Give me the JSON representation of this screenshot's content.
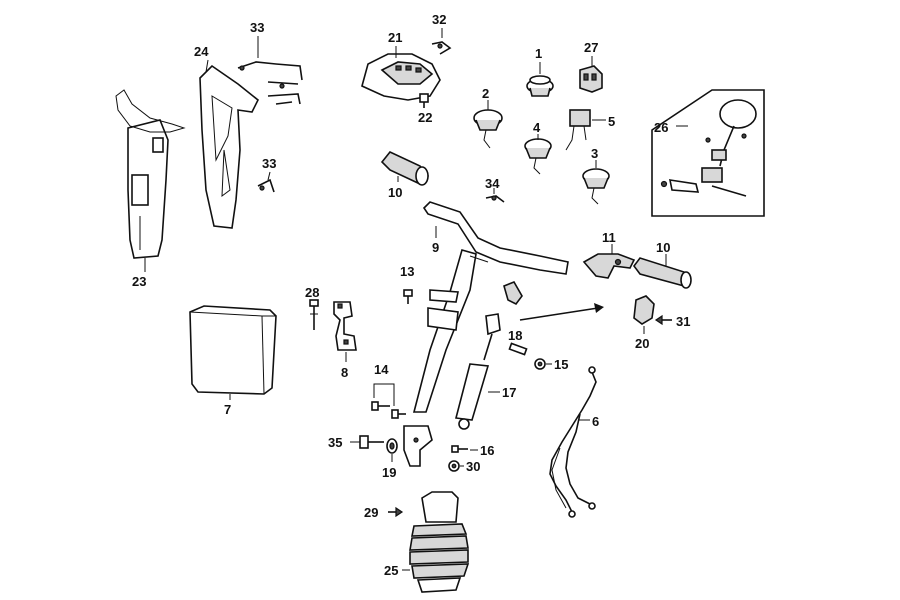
{
  "labels": {
    "l1": "1",
    "l2": "2",
    "l3": "3",
    "l4": "4",
    "l5": "5",
    "l6": "6",
    "l7": "7",
    "l8": "8",
    "l9": "9",
    "l10a": "10",
    "l10b": "10",
    "l11": "11",
    "l13": "13",
    "l14": "14",
    "l15": "15",
    "l16": "16",
    "l17": "17",
    "l18": "18",
    "l19": "19",
    "l20": "20",
    "l21": "21",
    "l22": "22",
    "l23": "23",
    "l24": "24",
    "l25": "25",
    "l26": "26",
    "l27": "27",
    "l28": "28",
    "l29": "29",
    "l30": "30",
    "l31": "31",
    "l32": "32",
    "l33a": "33",
    "l33b": "33",
    "l34": "34",
    "l35": "35"
  }
}
